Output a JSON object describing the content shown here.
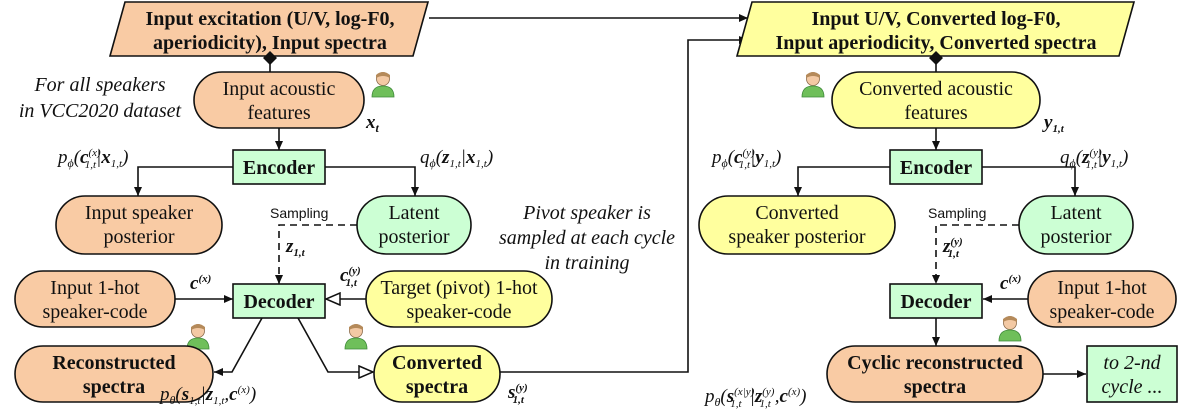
{
  "colors": {
    "input_fill": "#f9cba4",
    "converted_fill": "#ffff9e",
    "latent_fill": "#ccffd4",
    "block_fill": "#ccffd4",
    "stroke": "#111111"
  },
  "left": {
    "top_box": [
      "Input excitation (U/V, log-F0,",
      "aperiodicity), Input spectra"
    ],
    "side_note": [
      "For all speakers",
      "in VCC2020 dataset"
    ],
    "acoustic": [
      "Input acoustic",
      "features"
    ],
    "acoustic_symbol": "x",
    "acoustic_symbol_sub": "t",
    "encoder": "Encoder",
    "decoder": "Decoder",
    "spk_post_label": "pϕ(c(x)1,t|x1,t)",
    "lat_post_label": "qϕ(z1,t|x1,t)",
    "speaker_posterior": [
      "Input speaker",
      "posterior"
    ],
    "latent_posterior": [
      "Latent",
      "posterior"
    ],
    "sampling": "Sampling",
    "z_label": "z1,t",
    "one_hot": [
      "Input 1-hot",
      "speaker-code"
    ],
    "c_x": "c(x)",
    "c_y": "c(y)1,t",
    "target_code": [
      "Target (pivot) 1-hot",
      "speaker-code"
    ],
    "reconstructed": [
      "Reconstructed",
      "spectra"
    ],
    "recon_label": "pθ(s1,t|z1,t,c(x))",
    "converted": [
      "Converted",
      "spectra"
    ],
    "conv_symbol": "s(y)1,t"
  },
  "middle_note": [
    "Pivot speaker is",
    "sampled at each cycle",
    "in training"
  ],
  "right": {
    "top_box": [
      "Input U/V, Converted log-F0,",
      "Input aperiodicity, Converted spectra"
    ],
    "acoustic": [
      "Converted acoustic",
      "features"
    ],
    "acoustic_symbol": "y1,t",
    "encoder": "Encoder",
    "decoder": "Decoder",
    "spk_post_label": "pϕ(c(y)1,t|y1,t)",
    "lat_post_label": "qϕ(z(y)1,t|y1,t)",
    "speaker_posterior": [
      "Converted",
      "speaker posterior"
    ],
    "latent_posterior": [
      "Latent",
      "posterior"
    ],
    "sampling": "Sampling",
    "z_label": "z(y)1,t",
    "c_x": "c(x)",
    "one_hot": [
      "Input 1-hot",
      "speaker-code"
    ],
    "cyclic": [
      "Cyclic reconstructed",
      "spectra"
    ],
    "cyclic_label": "pθ(s(x|y)1,t|z(y)1,t,c(x))",
    "next_cycle": [
      "to 2-nd",
      "cycle ..."
    ]
  }
}
